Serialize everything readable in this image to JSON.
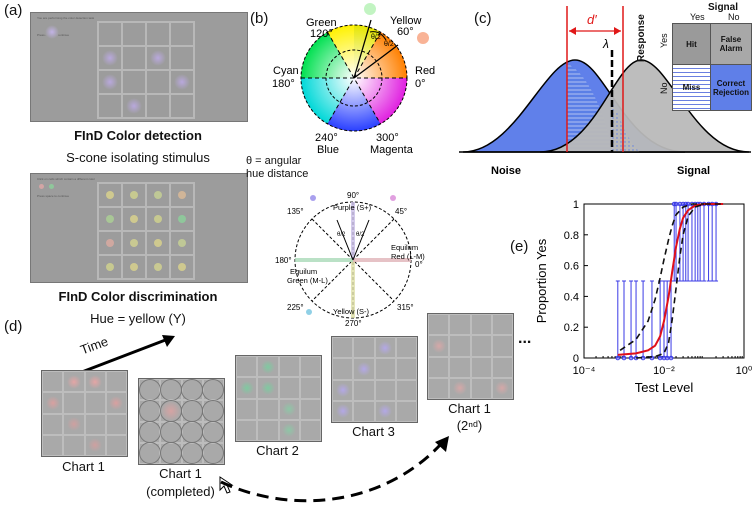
{
  "panels": {
    "a": "(a)",
    "b": "(b)",
    "c": "(c)",
    "d": "(d)",
    "e": "(e)"
  },
  "panel_a": {
    "detect_header": "You are performing the color detection task",
    "detect_sub": "Press space to continue",
    "detect_title": "FInD Color detection",
    "detect_subtitle": "S-cone isolating stimulus",
    "disc_header": "Click on cells which contain a different color",
    "disc_sub": "Press space to continue",
    "disc_title": "FInD Color discrimination",
    "disc_subtitle": "Hue = yellow (Y)",
    "colors": {
      "purple": "#b7a6d6",
      "green": "#8fbf9a",
      "yellow": "#c8c894",
      "red": "#cfa3a3"
    }
  },
  "panel_b": {
    "wheel_labels": {
      "green": "Green",
      "green_deg": "120°",
      "yellow": "Yellow",
      "yellow_deg": "60°",
      "cyan": "Cyan",
      "cyan_deg": "180°",
      "red": "Red",
      "red_deg": "0°",
      "blue_deg": "240°",
      "blue": "Blue",
      "magenta_deg": "300°",
      "magenta": "Magenta",
      "theta1": "θ/2",
      "theta2": "θ/2"
    },
    "theta_note_line1": "θ = angular",
    "theta_note_line2": "hue distance",
    "polar_labels": {
      "d90": "90°",
      "purple": "Purple (S+)",
      "d135": "135°",
      "d45": "45°",
      "d180": "180°",
      "equil_red1": "Equilum",
      "equil_red2": "Red (L-M)",
      "d0": "0°",
      "equil_green1": "Equilum",
      "equil_green2": "Green (M-L)",
      "d225": "225°",
      "d315": "315°",
      "yellow": "Yellow (S-)",
      "d270": "270°",
      "theta1": "θ/2",
      "theta2": "θ/2"
    }
  },
  "panel_c": {
    "dprime": "d′",
    "lambda": "λ",
    "noise": "Noise",
    "signal": "Signal",
    "table": {
      "signal": "Signal",
      "yes": "Yes",
      "no": "No",
      "response": "Response",
      "resp_yes": "Yes",
      "resp_no": "No",
      "hit": "Hit",
      "false_alarm": "False Alarm",
      "miss": "Miss",
      "correct_rejection": "Correct Rejection"
    }
  },
  "panel_d": {
    "time": "Time",
    "chart1": "Chart 1",
    "chart1_completed_a": "Chart 1",
    "chart1_completed_b": "(completed)",
    "chart2": "Chart 2",
    "chart3": "Chart 3",
    "chart1_second_a": "Chart 1",
    "chart1_second_b": "(2ⁿᵈ)",
    "ellipsis": "..."
  },
  "chart_data": {
    "type": "line",
    "ylabel": "Proportion Yes",
    "xlabel": "Test Level",
    "xscale": "log",
    "xlim": [
      0.0001,
      1
    ],
    "ylim": [
      0,
      1
    ],
    "xticks": [
      "10⁻⁴",
      "10⁻²",
      "10⁰"
    ],
    "yticks": [
      "0",
      "0.2",
      "0.4",
      "0.6",
      "0.8",
      "1"
    ],
    "grid": false,
    "series": [
      {
        "style": "solid-red",
        "color": "#e0101a",
        "x": [
          0.0007,
          0.002,
          0.004,
          0.006,
          0.008,
          0.01,
          0.013,
          0.016,
          0.02,
          0.025,
          0.03,
          0.04,
          0.06,
          0.1,
          0.3
        ],
        "y": [
          0.02,
          0.03,
          0.05,
          0.08,
          0.14,
          0.24,
          0.4,
          0.56,
          0.72,
          0.84,
          0.91,
          0.96,
          0.99,
          1.0,
          1.0
        ]
      },
      {
        "style": "dashed-black-left",
        "color": "#111111",
        "x": [
          0.0008,
          0.002,
          0.004,
          0.006,
          0.008,
          0.01,
          0.013,
          0.016,
          0.02,
          0.03,
          0.05,
          0.1
        ],
        "y": [
          0.05,
          0.12,
          0.24,
          0.38,
          0.52,
          0.64,
          0.77,
          0.86,
          0.93,
          0.98,
          1.0,
          1.0
        ]
      },
      {
        "style": "dashed-black-right",
        "color": "#111111",
        "x": [
          0.002,
          0.006,
          0.01,
          0.013,
          0.016,
          0.02,
          0.025,
          0.03,
          0.04,
          0.06,
          0.1,
          0.3
        ],
        "y": [
          0.0,
          0.01,
          0.03,
          0.1,
          0.25,
          0.45,
          0.66,
          0.8,
          0.92,
          0.98,
          1.0,
          1.0
        ]
      }
    ],
    "observations": {
      "color": "#3a3ae6",
      "x": [
        0.0007,
        0.001,
        0.0015,
        0.002,
        0.003,
        0.005,
        0.008,
        0.01,
        0.012,
        0.015,
        0.018,
        0.02,
        0.025,
        0.03,
        0.035,
        0.04,
        0.05,
        0.06,
        0.07,
        0.08,
        0.1,
        0.13,
        0.16,
        0.2
      ],
      "y": [
        0,
        0,
        0,
        0,
        0,
        0,
        0,
        0,
        0,
        0,
        1,
        1,
        1,
        1,
        1,
        1,
        1,
        1,
        1,
        1,
        1,
        1,
        1,
        1
      ],
      "err_low": [
        0,
        0,
        0,
        0,
        0,
        0,
        0,
        0,
        0,
        0,
        0.5,
        0.5,
        0.5,
        0.5,
        0.5,
        0.5,
        0.5,
        0.5,
        0.5,
        0.5,
        0.5,
        0.5,
        0.5,
        0.5
      ],
      "err_high": [
        0.5,
        0.5,
        0.5,
        0.5,
        0.5,
        0.5,
        0.5,
        0.5,
        0.5,
        0.5,
        1,
        1,
        1,
        1,
        1,
        1,
        1,
        1,
        1,
        1,
        1,
        1,
        1,
        1
      ]
    }
  }
}
